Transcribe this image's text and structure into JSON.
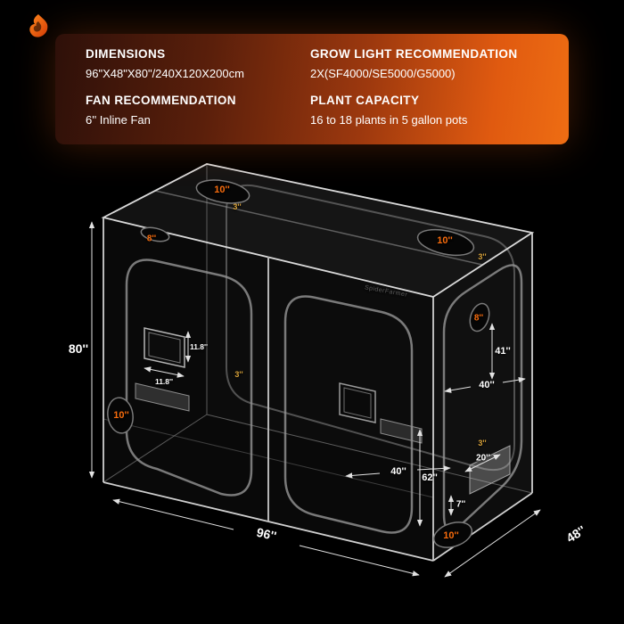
{
  "info_panel": {
    "specs_left": [
      {
        "title": "DIMENSIONS",
        "value": "96\"X48\"X80\"/240X120X200cm"
      },
      {
        "title": "FAN RECOMMENDATION",
        "value": "6'' Inline Fan"
      }
    ],
    "specs_right": [
      {
        "title": "GROW LIGHT RECOMMENDATION",
        "value": "2X(SF4000/SE5000/G5000)"
      },
      {
        "title": "PLANT CAPACITY",
        "value": "16 to 18 plants in 5 gallon pots"
      }
    ]
  },
  "diagram": {
    "watermark": "SpiderFarmer",
    "labels": {
      "roof_port_left": "10''",
      "roof_flange_left": "3''",
      "roof_duct_left": "8''",
      "roof_port_right": "10''",
      "roof_flange_right": "3''",
      "side_duct_right": "8''",
      "dim_41": "41''",
      "dim_40_side": "40''",
      "flange_mid": "3''",
      "dim_window_h": "11.8''",
      "dim_window_w": "11.8''",
      "dim_height": "80''",
      "port_front_left": "10''",
      "flange_bottom_right": "3''",
      "dim_40_floor": "40''",
      "dim_20": "20''",
      "dim_62": "62''",
      "dim_7": "7''",
      "port_bottom_right": "10''",
      "dim_width": "96''",
      "dim_depth": "48''"
    }
  },
  "colors": {
    "accent_orange": "#f86c0d",
    "accent_yellow": "#d8a23a",
    "panel_dark": "#2e1009",
    "panel_bright": "#ee6d13"
  }
}
